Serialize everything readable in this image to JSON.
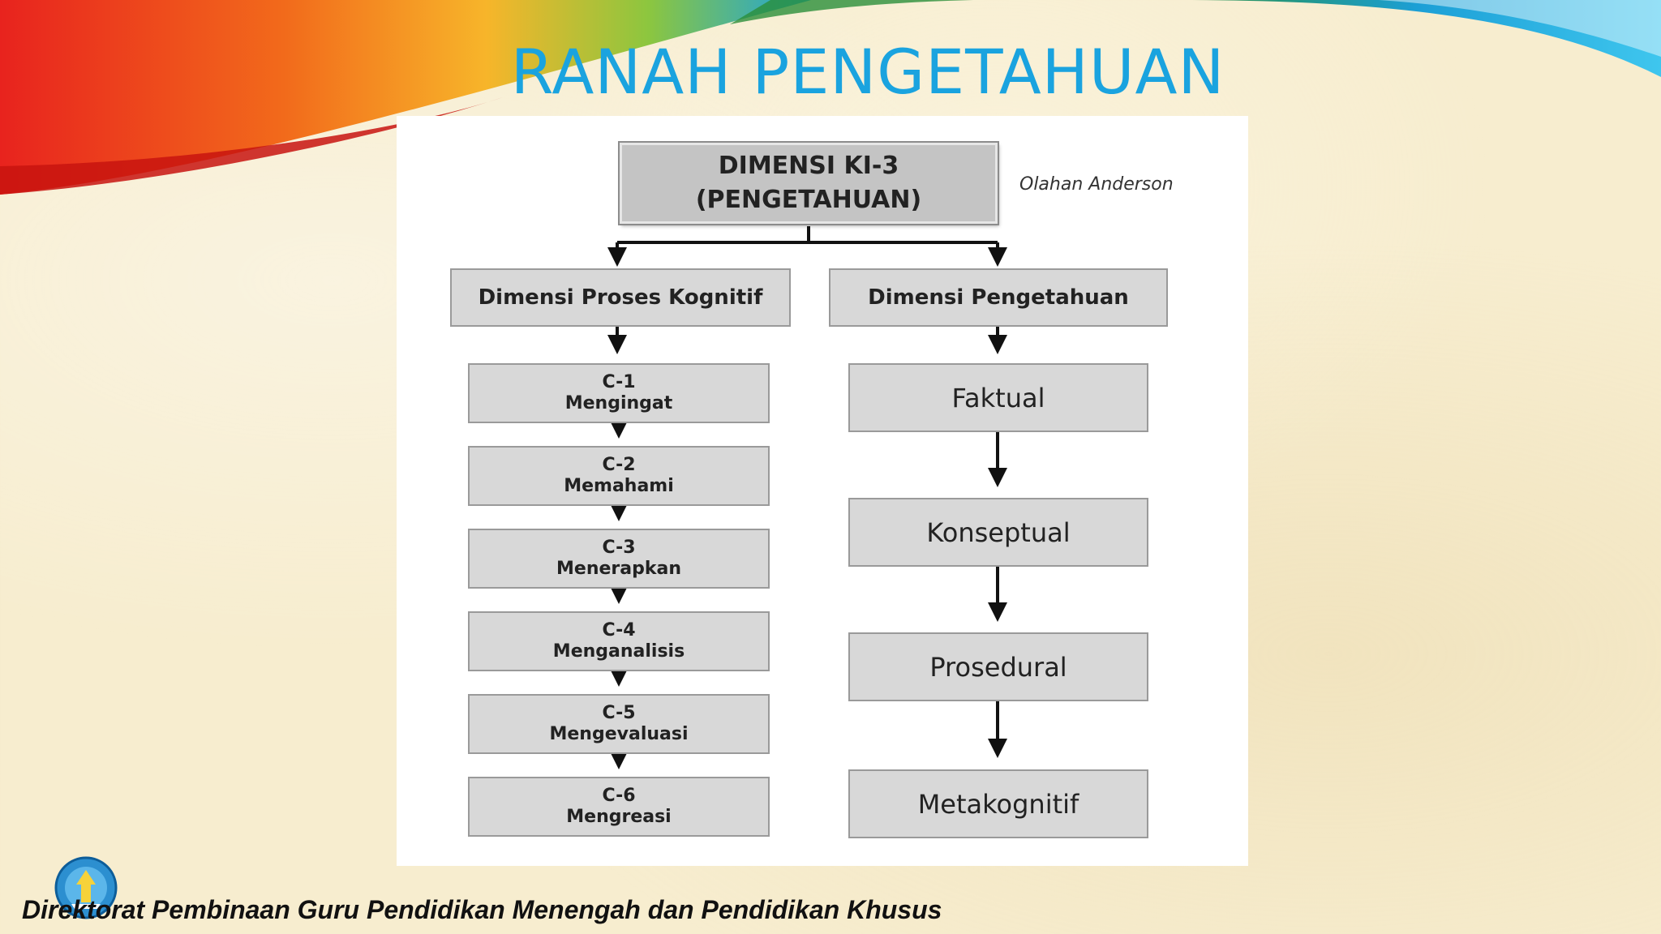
{
  "slide": {
    "title": "RANAH PENGETAHUAN",
    "footer": "Direktorat Pembinaan Guru Pendidikan Menengah dan Pendidikan Khusus"
  },
  "diagram": {
    "root": {
      "line1": "DIMENSI KI-3",
      "line2": "(PENGETAHUAN)"
    },
    "attribution": "Olahan Anderson",
    "left_branch": {
      "heading": "Dimensi Proses Kognitif",
      "levels": [
        {
          "code": "C-1",
          "label": "Mengingat"
        },
        {
          "code": "C-2",
          "label": "Memahami"
        },
        {
          "code": "C-3",
          "label": "Menerapkan"
        },
        {
          "code": "C-4",
          "label": "Menganalisis"
        },
        {
          "code": "C-5",
          "label": "Mengevaluasi"
        },
        {
          "code": "C-6",
          "label": "Mengreasi"
        }
      ]
    },
    "right_branch": {
      "heading": "Dimensi Pengetahuan",
      "levels": [
        "Faktual",
        "Konseptual",
        "Prosedural",
        "Metakognitif"
      ]
    }
  },
  "colors": {
    "title": "#1aa3df",
    "box_fill": "#d8d8d8",
    "root_fill": "#c4c4c4"
  }
}
